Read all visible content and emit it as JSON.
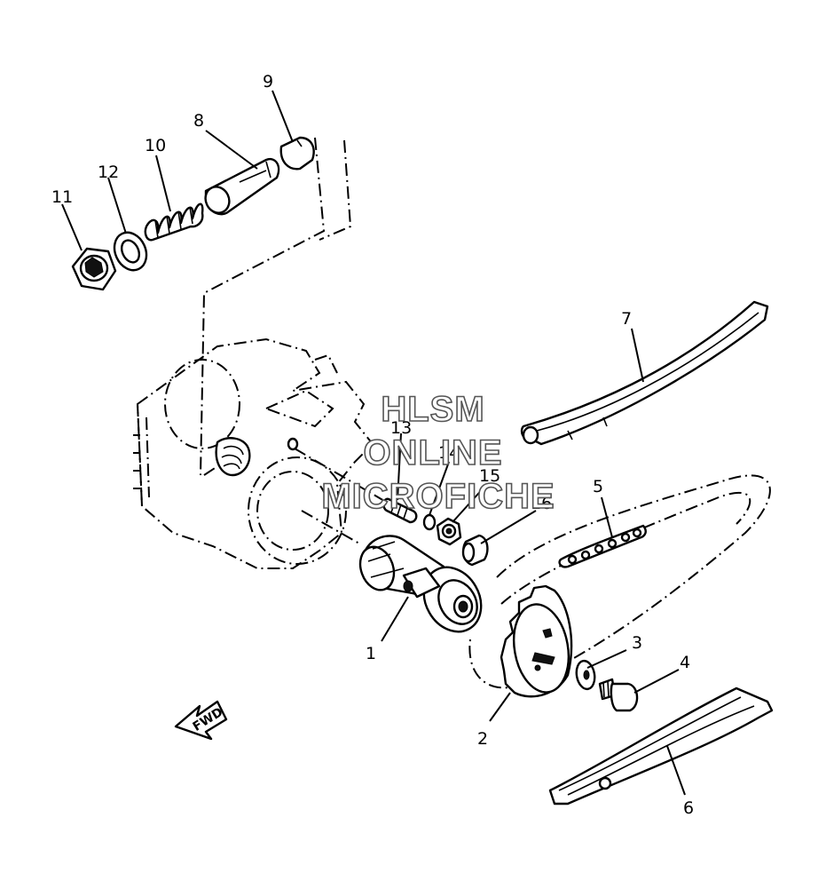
{
  "watermark": {
    "line1": "HLSM",
    "line2": "ONLINE",
    "line3": "MICROFICHE"
  },
  "direction_label": "FWD",
  "callouts": [
    {
      "id": "1",
      "label": "1"
    },
    {
      "id": "2",
      "label": "2"
    },
    {
      "id": "3",
      "label": "3"
    },
    {
      "id": "4",
      "label": "4"
    },
    {
      "id": "5",
      "label": "5"
    },
    {
      "id": "6",
      "label": "6"
    },
    {
      "id": "7",
      "label": "7"
    },
    {
      "id": "8",
      "label": "8"
    },
    {
      "id": "9",
      "label": "9"
    },
    {
      "id": "10",
      "label": "10"
    },
    {
      "id": "11",
      "label": "11"
    },
    {
      "id": "12",
      "label": "12"
    },
    {
      "id": "13",
      "label": "13"
    },
    {
      "id": "14",
      "label": "14"
    },
    {
      "id": "15",
      "label": "15"
    },
    {
      "id": "16",
      "label": "16"
    }
  ]
}
